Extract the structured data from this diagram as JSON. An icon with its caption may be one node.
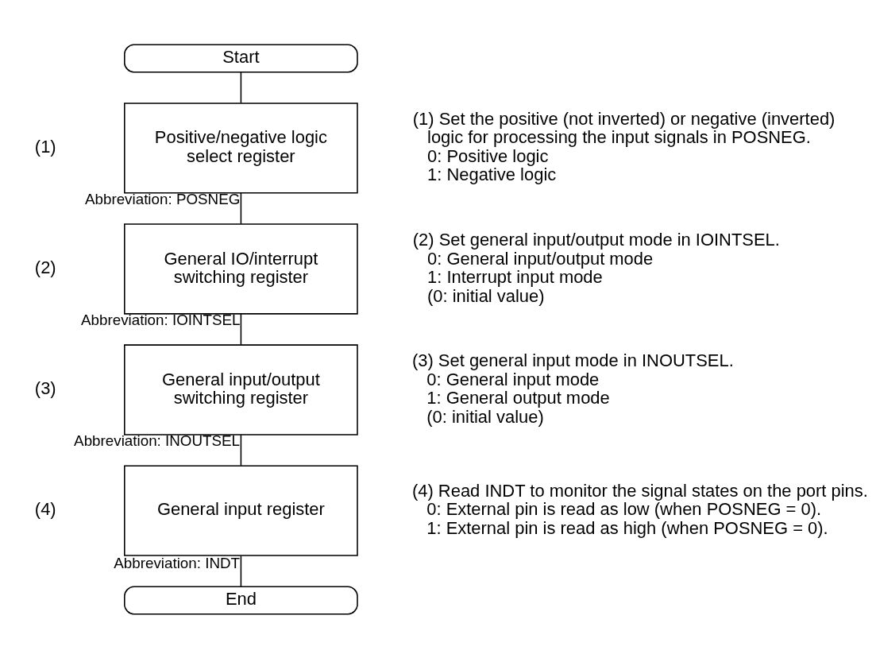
{
  "diagram": {
    "nodes": [
      {
        "text": [
          "Start"
        ]
      },
      {
        "text": [
          "Positive/negative logic select register"
        ],
        "beside": [
          "(1)",
          "(1) Set the positive (not inverted) or negative (inverted) logic for processing the input signals in POSNEG.",
          "0: Positive logic",
          "1: Negative logic"
        ]
      },
      {
        "text": [
          "General IO/interrupt switching register"
        ],
        "beside": [
          "(2)",
          "(2) Set general input/output mode in IOINTSEL.",
          "0: General input/output mode",
          "1: Interrupt input mode",
          "(0: initial value)"
        ]
      },
      {
        "text": [
          "General input/output switching register"
        ],
        "beside": [
          "(3)",
          "(3) Set general input mode in INOUTSEL.",
          "0: General input mode",
          "1: General output mode",
          "(0: initial value)"
        ]
      },
      {
        "text": [
          "General input register"
        ],
        "beside": [
          "(4)",
          "(4) Read INDT to monitor the signal states on the port pins.",
          "0: External pin is read as low (when POSNEG = 0).",
          "1: External pin is read as high (when POSNEG = 0)."
        ]
      },
      {
        "text": [
          "End"
        ]
      }
    ],
    "edges": [
      {
        "from": 0,
        "to": 1,
        "arrow": "none"
      },
      {
        "from": 1,
        "to": 2,
        "arrow": "none",
        "label": "Abbreviation: POSNEG"
      },
      {
        "from": 2,
        "to": 3,
        "arrow": "none",
        "label": "Abbreviation: IOINTSEL"
      },
      {
        "from": 3,
        "to": 4,
        "arrow": "none",
        "label": "Abbreviation: INOUTSEL"
      },
      {
        "from": 4,
        "to": 5,
        "arrow": "none",
        "label": "Abbreviation: INDT"
      }
    ]
  }
}
